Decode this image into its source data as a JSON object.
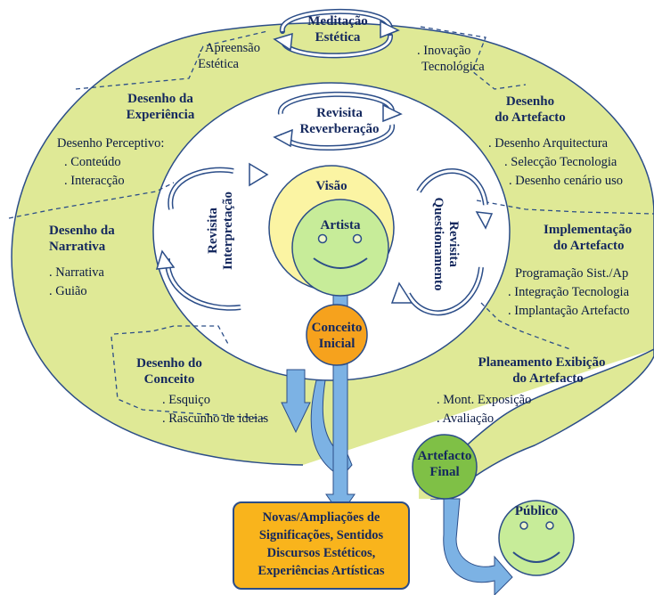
{
  "colors": {
    "outer_ring": "#dfe996",
    "inner_ellipse": "#ffffff",
    "vision": "#fbf4a3",
    "face": "#c7ec99",
    "concept": "#f6a21d",
    "final": "#7fc046",
    "arrow": "#7cb2e4",
    "outline": "#2b4d88"
  },
  "center": {
    "vision": "Visão",
    "artist": "Artista"
  },
  "concept_initial": [
    "Conceito",
    "Inicial"
  ],
  "final_artifact": [
    "Artefacto",
    "Final"
  ],
  "public": "Público",
  "outcome": [
    "Novas/Ampliações de",
    "Significações, Sentidos",
    "Discursos Estéticos,",
    "Experiências Artísticas"
  ],
  "loops": {
    "meditation": [
      "Meditação",
      "Estética"
    ],
    "reverberation": [
      "Revisita",
      "Reverberação"
    ],
    "interpretation": [
      "Revisita",
      "Interpretação"
    ],
    "questioning": [
      "Revisita",
      "Questionamento"
    ]
  },
  "sections": {
    "aesthetic": {
      "items": [
        ". Apreensão",
        "Estética"
      ]
    },
    "innovation": {
      "items": [
        ". Inovação",
        "Tecnológica"
      ]
    },
    "experience": {
      "title": [
        "Desenho da",
        "Experiência"
      ],
      "items": [
        "Desenho Perceptivo:",
        ". Conteúdo",
        ". Interacção"
      ]
    },
    "artifact_design": {
      "title": [
        "Desenho",
        "do Artefacto"
      ],
      "items": [
        ". Desenho Arquitectura",
        ". Selecção Tecnologia",
        ". Desenho cenário uso"
      ]
    },
    "narrative": {
      "title": [
        "Desenho da",
        "Narrativa"
      ],
      "items": [
        ". Narrativa",
        ". Guião"
      ]
    },
    "implementation": {
      "title": [
        "Implementação",
        "do Artefacto"
      ],
      "items": [
        "Programação Sist./Ap",
        ". Integração Tecnologia",
        ". Implantação Artefacto"
      ]
    },
    "concept": {
      "title": [
        "Desenho do",
        "Conceito"
      ],
      "items": [
        ". Esquiço",
        ". Rascunho de ideias"
      ]
    },
    "exhibition": {
      "title": [
        "Planeamento Exibição",
        "do Artefacto"
      ],
      "items": [
        ". Mont. Exposição",
        ". Avaliação"
      ]
    }
  }
}
